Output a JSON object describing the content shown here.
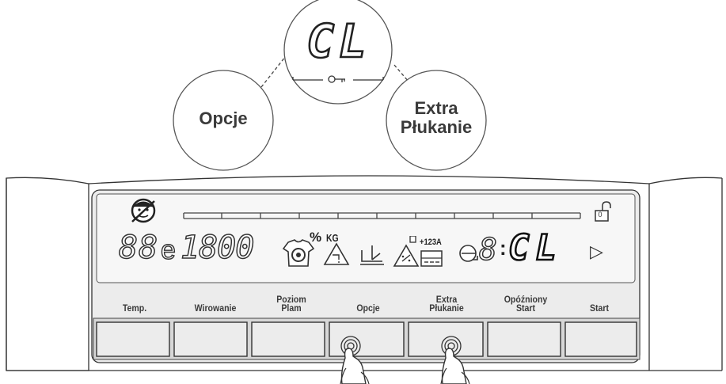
{
  "callout": {
    "display_code": "CL",
    "left_circle_label": "Opcje",
    "right_circle_label_line1": "Extra",
    "right_circle_label_line2": "Płukanie"
  },
  "display": {
    "temp_digits": "88",
    "spin_prefix": "e",
    "spin_value": "1800",
    "percent_symbol": "%",
    "kg_symbol": "KG",
    "extra_rinse_symbol": "+123A",
    "time_digit": "8",
    "time_code": "CL",
    "play_symbol": "▷",
    "lock_digit": "0"
  },
  "buttons": [
    {
      "line1": "",
      "line2": "Temp."
    },
    {
      "line1": "",
      "line2": "Wirowanie"
    },
    {
      "line1": "Poziom",
      "line2": "Plam"
    },
    {
      "line1": "",
      "line2": "Opcje"
    },
    {
      "line1": "Extra",
      "line2": "Płukanie"
    },
    {
      "line1": "Opóźniony",
      "line2": "Start"
    },
    {
      "line1": "",
      "line2": "Start"
    }
  ],
  "colors": {
    "line": "#2a2a2a",
    "panel_fill": "#e8e8e8",
    "circle_fill": "#ffffff"
  }
}
